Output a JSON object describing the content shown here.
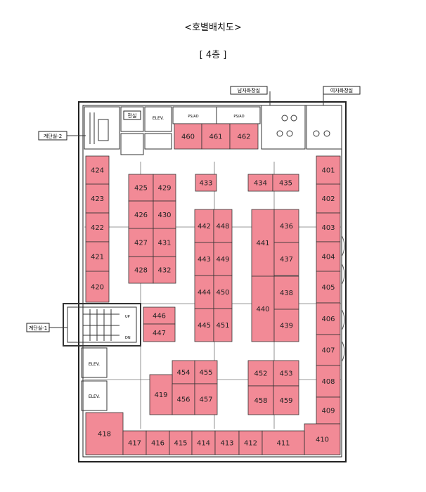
{
  "title": "<호별배치도>",
  "floor": "[  4층  ]",
  "colors": {
    "room": "#f28a96",
    "wall": "#222222",
    "line": "#555555"
  },
  "labels": {
    "stair2": "계단실-2",
    "stair1": "계단실-1",
    "mens_restroom": "남자화장실",
    "womens_restroom": "여자화장실",
    "office": "전실",
    "elev_top": "ELEV.",
    "elev_a": "ELEV.",
    "elev_b": "ELEV.",
    "pd1": "PS/AD",
    "pd2": "PS/AD",
    "up": "UP",
    "dn": "DN"
  },
  "rooms": [
    {
      "id": "460"
    },
    {
      "id": "461"
    },
    {
      "id": "462"
    },
    {
      "id": "424"
    },
    {
      "id": "423"
    },
    {
      "id": "422"
    },
    {
      "id": "421"
    },
    {
      "id": "420"
    },
    {
      "id": "425"
    },
    {
      "id": "429"
    },
    {
      "id": "426"
    },
    {
      "id": "430"
    },
    {
      "id": "427"
    },
    {
      "id": "431"
    },
    {
      "id": "428"
    },
    {
      "id": "432"
    },
    {
      "id": "433"
    },
    {
      "id": "442"
    },
    {
      "id": "448"
    },
    {
      "id": "443"
    },
    {
      "id": "449"
    },
    {
      "id": "444"
    },
    {
      "id": "450"
    },
    {
      "id": "445"
    },
    {
      "id": "451"
    },
    {
      "id": "434"
    },
    {
      "id": "435"
    },
    {
      "id": "441"
    },
    {
      "id": "436"
    },
    {
      "id": "437"
    },
    {
      "id": "440"
    },
    {
      "id": "438"
    },
    {
      "id": "439"
    },
    {
      "id": "401"
    },
    {
      "id": "402"
    },
    {
      "id": "403"
    },
    {
      "id": "404"
    },
    {
      "id": "405"
    },
    {
      "id": "406"
    },
    {
      "id": "407"
    },
    {
      "id": "408"
    },
    {
      "id": "409"
    },
    {
      "id": "410"
    },
    {
      "id": "446"
    },
    {
      "id": "447"
    },
    {
      "id": "454"
    },
    {
      "id": "455"
    },
    {
      "id": "419"
    },
    {
      "id": "456"
    },
    {
      "id": "457"
    },
    {
      "id": "452"
    },
    {
      "id": "453"
    },
    {
      "id": "458"
    },
    {
      "id": "459"
    },
    {
      "id": "418"
    },
    {
      "id": "417"
    },
    {
      "id": "416"
    },
    {
      "id": "415"
    },
    {
      "id": "414"
    },
    {
      "id": "413"
    },
    {
      "id": "412"
    },
    {
      "id": "411"
    }
  ]
}
